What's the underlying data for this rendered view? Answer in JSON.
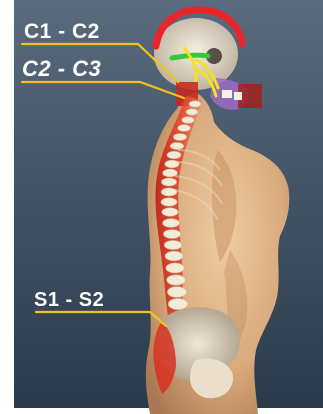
{
  "labels": {
    "top": "C1 - C2",
    "middle": "C2 - C3",
    "bottom": "S1 - S2"
  },
  "colors": {
    "background_top": "#4f6072",
    "background_bottom": "#2c3d4e",
    "skin": "#e2b98f",
    "spine_highlight": "#e04328",
    "skull_cap": "#e8262a",
    "nerve_green": "#3cc63a",
    "nerve_yellow": "#f2e21c",
    "jaw_purple": "#8a54b8",
    "leader_line": "#f2c21e",
    "label_text": "#ffffff"
  }
}
